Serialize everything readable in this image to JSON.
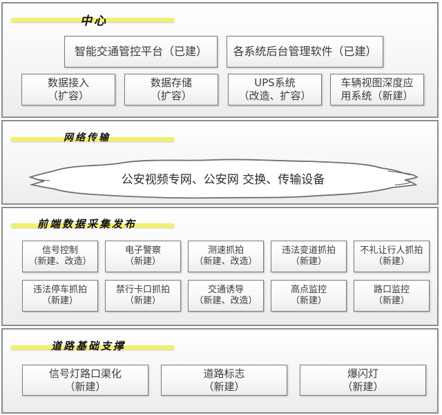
{
  "panels": {
    "center": {
      "title": "中心",
      "row1": [
        {
          "line1": "智能交通管控平台（已建）"
        },
        {
          "line1": "各系统后台管理软件（已建）"
        }
      ],
      "row2": [
        {
          "line1": "数据接入",
          "line2": "（扩容）"
        },
        {
          "line1": "数据存储",
          "line2": "（扩容）"
        },
        {
          "line1": "UPS系统",
          "line2": "（改造、扩容）"
        },
        {
          "line1": "车辆视图深度应",
          "line2": "用系统（新建）"
        }
      ]
    },
    "network": {
      "title": "网络传输",
      "cloud_text": "公安视频专网、公安网 交换、传输设备"
    },
    "frontend": {
      "title": "前端数据采集发布",
      "items": [
        {
          "line1": "信号控制",
          "line2": "（新建、改造）"
        },
        {
          "line1": "电子警察",
          "line2": "（新建）"
        },
        {
          "line1": "测速抓拍",
          "line2": "（新建、改造）"
        },
        {
          "line1": "违法变道抓拍",
          "line2": "（新建）"
        },
        {
          "line1": "不礼让行人抓拍",
          "line2": "（新建）"
        },
        {
          "line1": "违法停车抓拍",
          "line2": "（新建）"
        },
        {
          "line1": "禁行卡口抓拍",
          "line2": "（新建）"
        },
        {
          "line1": "交通诱导",
          "line2": "（新建、改造）"
        },
        {
          "line1": "高点监控",
          "line2": "（新建）"
        },
        {
          "line1": "路口监控",
          "line2": "（新建）"
        }
      ]
    },
    "road": {
      "title": "道路基础支撑",
      "items": [
        {
          "line1": "信号灯路口渠化",
          "line2": "（新建）"
        },
        {
          "line1": "道路标志",
          "line2": "（新建）"
        },
        {
          "line1": "爆闪灯",
          "line2": "（新建）"
        }
      ]
    }
  },
  "colors": {
    "title_highlight": "#f4f06a",
    "border": "#8a8a8a",
    "box_border": "#7a7a7a"
  }
}
